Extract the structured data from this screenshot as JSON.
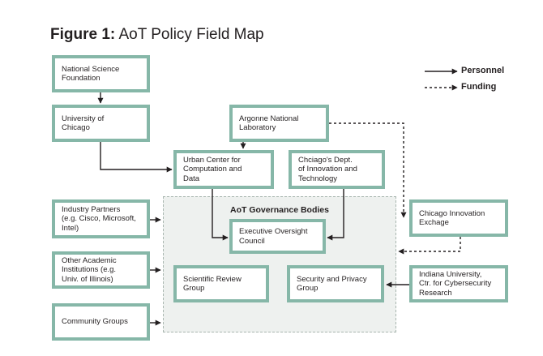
{
  "figure": {
    "title_bold": "Figure 1:",
    "title_rest": " AoT Policy Field Map"
  },
  "legend": {
    "personnel": "Personnel",
    "funding": "Funding"
  },
  "governance": {
    "title": "AoT Governance Bodies"
  },
  "nodes": {
    "nsf": "National Science\nFoundation",
    "uchicago": "University of\nChicago",
    "argonne": "Argonne National\nLaboratory",
    "urban_center": "Urban Center for\nComputation and\nData",
    "doit": "Chciago's Dept.\nof Innovation and\nTechnology",
    "industry": "Industry Partners\n(e.g. Cisco, Microsoft,\nIntel)",
    "academic": "Other Academic\nInstitutions (e.g.\nUniv. of Illinois)",
    "community": "Community  Groups",
    "exec": "Executive Oversight\nCouncil",
    "sci_review": "Scientific Review\nGroup",
    "security": "Security and Privacy\nGroup",
    "cie": "Chicago Innovation\nExchage",
    "indiana": "Indiana University,\nCtr. for Cybersecurity\nResearch"
  },
  "colors": {
    "box_border": "#86b7a8",
    "governance_fill": "#eef1ef",
    "line": "#231f20"
  }
}
